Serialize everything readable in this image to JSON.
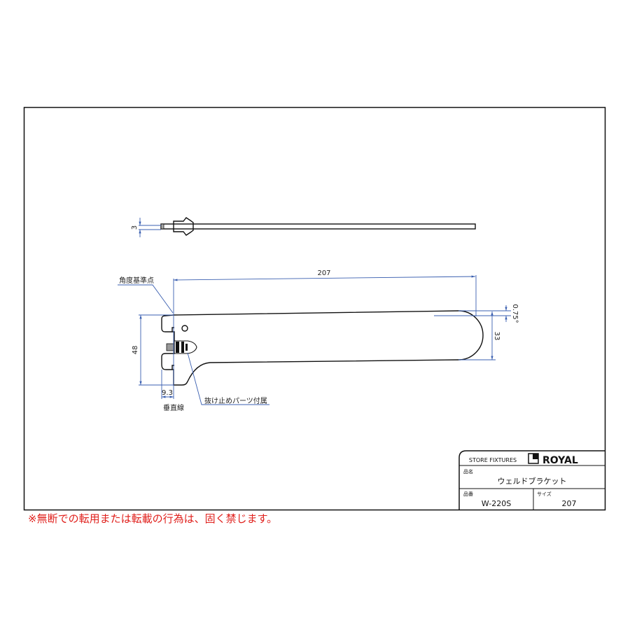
{
  "drawing": {
    "top_view": {
      "thickness_dim": "3"
    },
    "side_view": {
      "length_dim": "207",
      "height_dim": "48",
      "offset_dim": "9.3",
      "end_height_dim": "33",
      "angle_dim": "0.75°",
      "label_reference_point": "角度基準点",
      "label_vertical_line": "垂直線",
      "label_retainer": "抜け止めパーツ付属"
    }
  },
  "title_block": {
    "company_tag": "STORE FIXTURES",
    "brand": "ROYAL",
    "product_name_label": "品名",
    "product_name": "ウェルドブラケット",
    "product_code_label": "品番",
    "product_code": "W-220S",
    "size_label": "サイズ",
    "size": "207"
  },
  "notice": "※無断での転用または転載の行為は、固く禁じます。",
  "colors": {
    "dimension": "#3a5fb0",
    "notice": "#e0201c"
  }
}
